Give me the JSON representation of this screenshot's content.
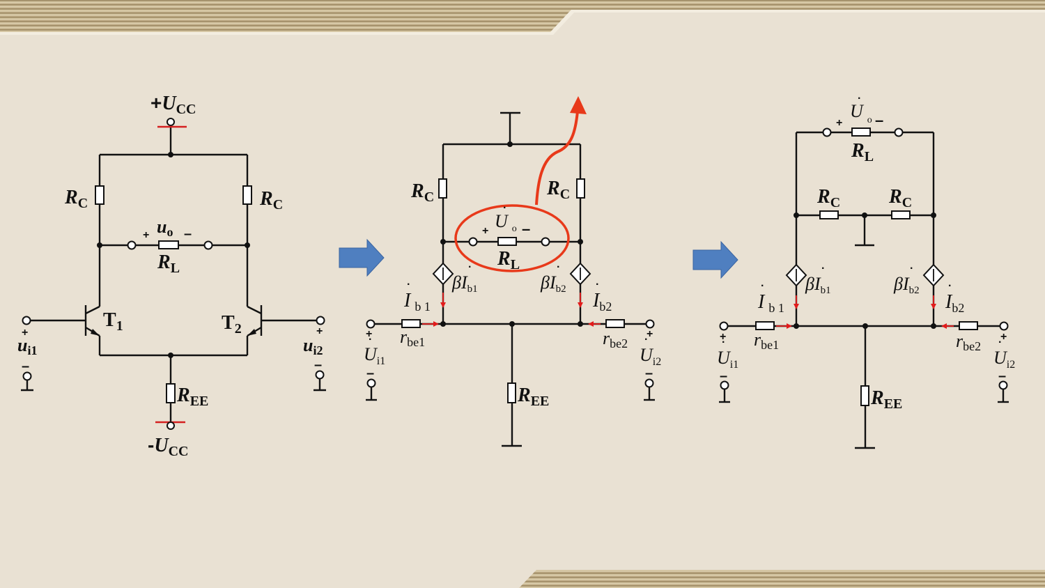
{
  "colors": {
    "background": "#e9e1d3",
    "band": "#c9b896",
    "highlight": "#e8391a",
    "arrow": "#4f7fc0",
    "current": "#e21b1b"
  },
  "circuit1": {
    "vcc": {
      "sign": "+",
      "sym": "U",
      "sub": "CC"
    },
    "vee": {
      "sign": "-",
      "sym": "U",
      "sub": "CC"
    },
    "rc_left": {
      "sym": "R",
      "sub": "C"
    },
    "rc_right": {
      "sym": "R",
      "sub": "C"
    },
    "rl": {
      "sym": "R",
      "sub": "L"
    },
    "ree": {
      "sym": "R",
      "sub": "EE"
    },
    "uo": {
      "plus": "+",
      "sym": "u",
      "sub": "o",
      "minus": "–"
    },
    "t1": {
      "sym": "T",
      "sub": "1"
    },
    "t2": {
      "sym": "T",
      "sub": "2"
    },
    "ui1": {
      "plus": "+",
      "sym": "u",
      "sub": "i1",
      "minus": "–"
    },
    "ui2": {
      "plus": "+",
      "sym": "u",
      "sub": "i2",
      "minus": "–"
    }
  },
  "circuit2": {
    "rc_left": {
      "sym": "R",
      "sub": "C"
    },
    "rc_right": {
      "sym": "R",
      "sub": "C"
    },
    "rl": {
      "sym": "R",
      "sub": "L"
    },
    "ree": {
      "sym": "R",
      "sub": "EE"
    },
    "uo": {
      "plus": "+",
      "sym": "U",
      "sub": "o",
      "minus": "–"
    },
    "src1": {
      "beta": "β",
      "sym": "I",
      "sub": "b1"
    },
    "src2": {
      "beta": "β",
      "sym": "I",
      "sub": "b2"
    },
    "ib1": {
      "sym": "I",
      "sub": "b 1"
    },
    "ib2": {
      "sym": "I",
      "sub": "b2"
    },
    "rbe1": {
      "sym": "r",
      "sub": "be1"
    },
    "rbe2": {
      "sym": "r",
      "sub": "be2"
    },
    "ui1": {
      "plus": "+",
      "sym": "U",
      "sub": "i1",
      "minus": "–"
    },
    "ui2": {
      "plus": "+",
      "sym": "U",
      "sub": "i2",
      "minus": "–"
    }
  },
  "circuit3": {
    "rc_left": {
      "sym": "R",
      "sub": "C"
    },
    "rc_right": {
      "sym": "R",
      "sub": "C"
    },
    "rl": {
      "sym": "R",
      "sub": "L"
    },
    "ree": {
      "sym": "R",
      "sub": "EE"
    },
    "uo": {
      "plus": "+",
      "sym": "U",
      "sub": "o",
      "minus": "–"
    },
    "src1": {
      "beta": "β",
      "sym": "I",
      "sub": "b1"
    },
    "src2": {
      "beta": "β",
      "sym": "I",
      "sub": "b2"
    },
    "ib1": {
      "sym": "I",
      "sub": "b 1"
    },
    "ib2": {
      "sym": "I",
      "sub": "b2"
    },
    "rbe1": {
      "sym": "r",
      "sub": "be1"
    },
    "rbe2": {
      "sym": "r",
      "sub": "be2"
    },
    "ui1": {
      "plus": "+",
      "sym": "U",
      "sub": "i1",
      "minus": "–"
    },
    "ui2": {
      "plus": "+",
      "sym": "U",
      "sub": "i2",
      "minus": "–"
    }
  }
}
